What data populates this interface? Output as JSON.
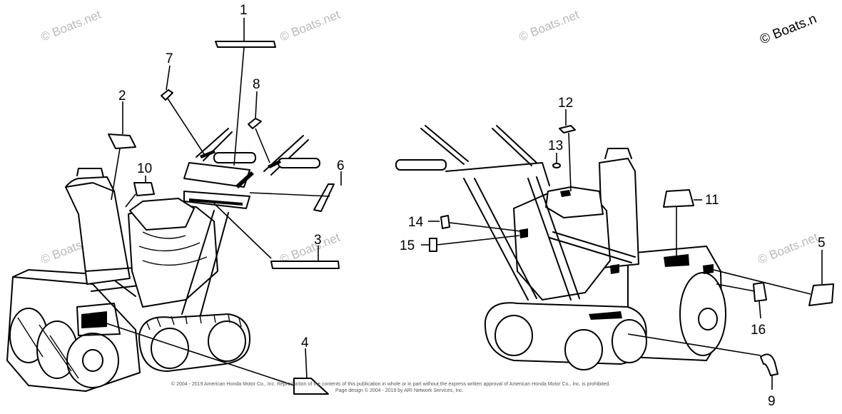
{
  "watermark": "© Boats.net",
  "watermark_corner": "© Boats.n",
  "copyright_line1": "© 2004 - 2019 American Honda Motor Co., Inc. Reproduction of the contents of this publication in whole or in part without the express written approval of American Honda Motor Co., Inc. is prohibited.",
  "copyright_line2": "Page design © 2004 - 2019 by ARI Network Services, Inc.",
  "callouts": {
    "c1": "1",
    "c2": "2",
    "c3": "3",
    "c4": "4",
    "c5": "5",
    "c6": "6",
    "c7": "7",
    "c8": "8",
    "c9": "9",
    "c10": "10",
    "c11": "11",
    "c12": "12",
    "c13": "13",
    "c14": "14",
    "c15": "15",
    "c16": "16"
  }
}
